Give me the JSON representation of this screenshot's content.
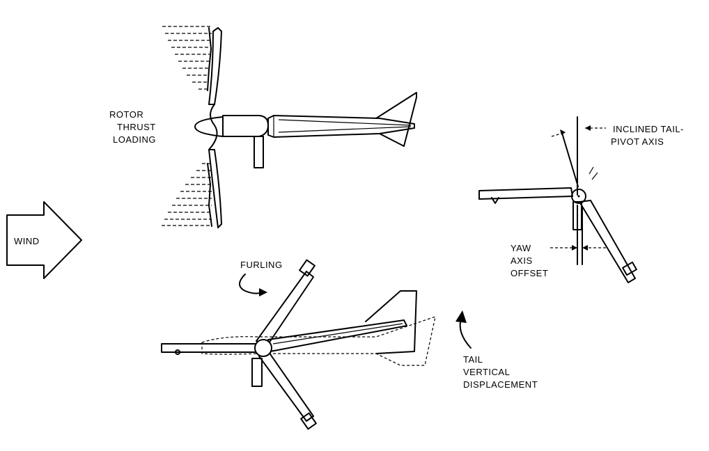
{
  "labels": {
    "rotor_thrust": [
      "ROTOR",
      "THRUST",
      "LOADING"
    ],
    "wind": "WIND",
    "furling": "FURLING",
    "tail_displacement": [
      "TAIL",
      "VERTICAL",
      "DISPLACEMENT"
    ],
    "inclined_axis": [
      "INCLINED TAIL-",
      "PIVOT AXIS"
    ],
    "yaw_offset": [
      "YAW",
      "AXIS",
      "OFFSET"
    ]
  }
}
